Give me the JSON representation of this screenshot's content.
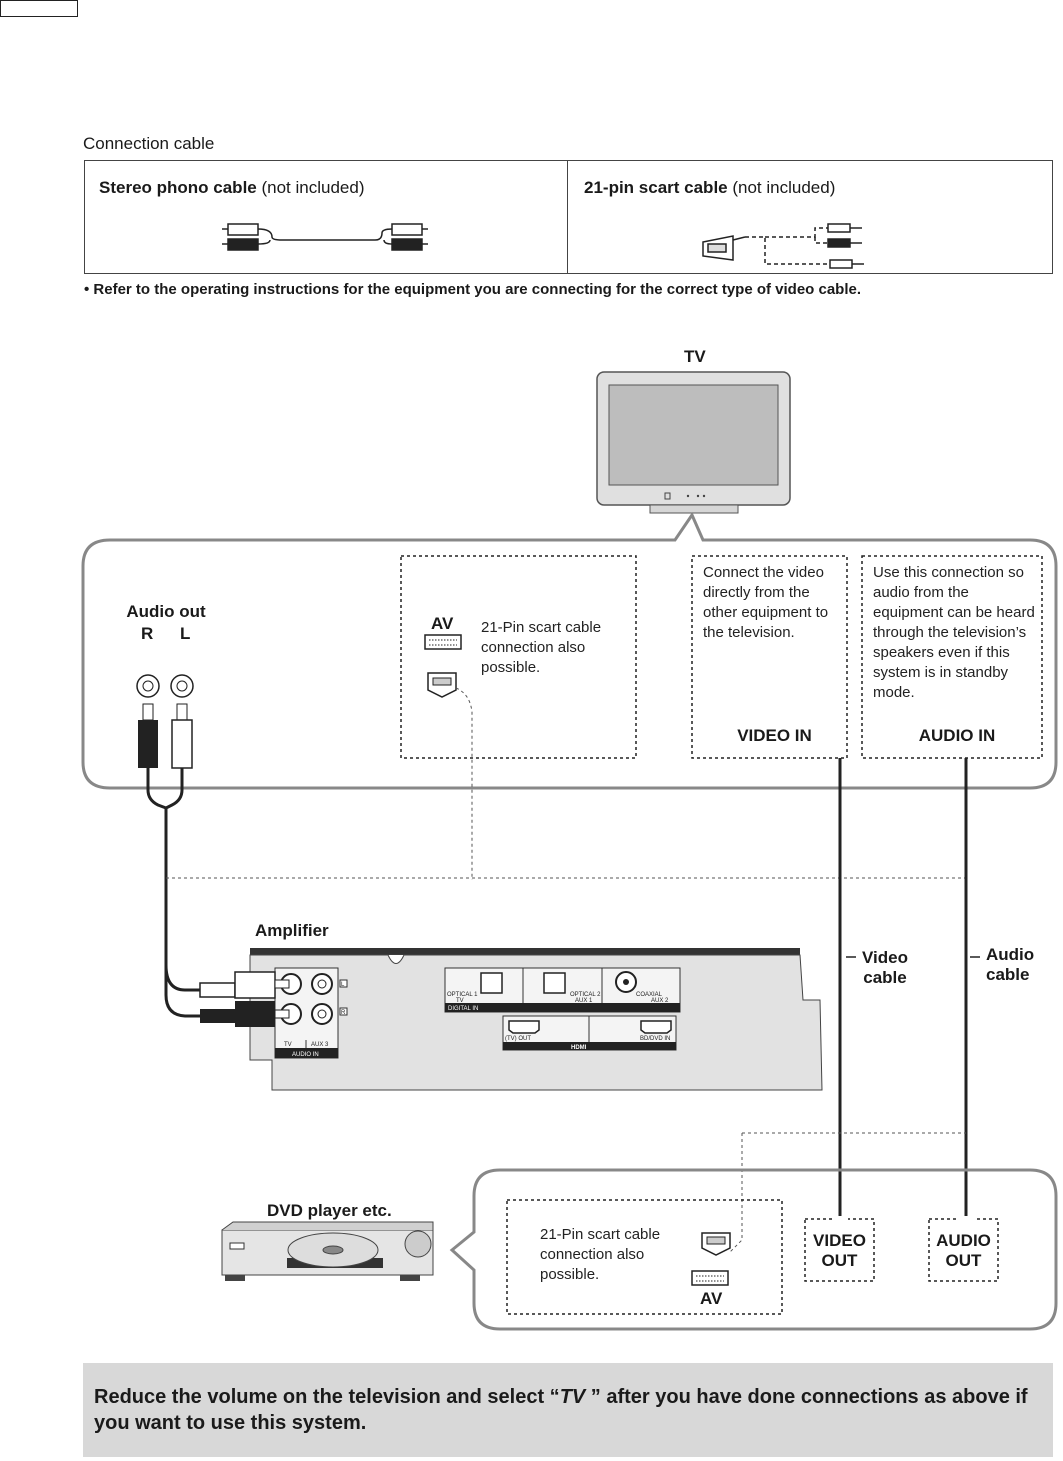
{
  "page_marker": "",
  "section_title": "Connection cable",
  "cables": {
    "phono": {
      "name": "Stereo phono cable",
      "note": " (not included)"
    },
    "scart": {
      "name": "21-pin scart cable",
      "note": " (not included)"
    }
  },
  "note": "•  Refer to the operating instructions for the equipment you are connecting for the correct type of video cable.",
  "tv": {
    "label": "TV"
  },
  "audio_out": {
    "title": "Audio out",
    "r": "R",
    "l": "L"
  },
  "av_top": {
    "label": "AV",
    "text": "21-Pin scart cable connection also possible."
  },
  "video_in": {
    "text": "Connect the video directly from the other equipment to the television.",
    "label": "VIDEO IN"
  },
  "audio_in": {
    "text": "Use this connection so audio from the equipment can be heard through the television’s speakers even if this system is in standby mode.",
    "label": "AUDIO IN"
  },
  "amplifier": {
    "label": "Amplifier",
    "ports": {
      "optical1": "OPTICAL 1",
      "tv": "TV",
      "optical2": "OPTICAL 2",
      "aux1": "AUX 1",
      "coax": "COAXIAL",
      "aux2": "AUX 2",
      "digital_in": "DIGITAL IN",
      "hdmi_out": "(TV) OUT",
      "hdmi": "HDMI",
      "hdmi_in": "BD/DVD IN",
      "audio_tv": "TV",
      "audio_aux3": "AUX 3",
      "audio_in": "AUDIO IN",
      "l": "L",
      "r": "R"
    }
  },
  "video_cable": {
    "line1": "Video",
    "line2": "cable"
  },
  "audio_cable": {
    "line1": "Audio",
    "line2": "cable"
  },
  "dvd": {
    "label": "DVD player etc."
  },
  "av_bottom": {
    "label": "AV",
    "text": "21-Pin scart cable connection also possible."
  },
  "video_out": {
    "line1": "VIDEO",
    "line2": "OUT"
  },
  "audio_out_box": {
    "line1": "AUDIO",
    "line2": "OUT"
  },
  "footer": {
    "before": "Reduce the volume on the television and select “",
    "emph": "TV",
    "after": " ” after you have done connections as above if you want to use this system."
  }
}
